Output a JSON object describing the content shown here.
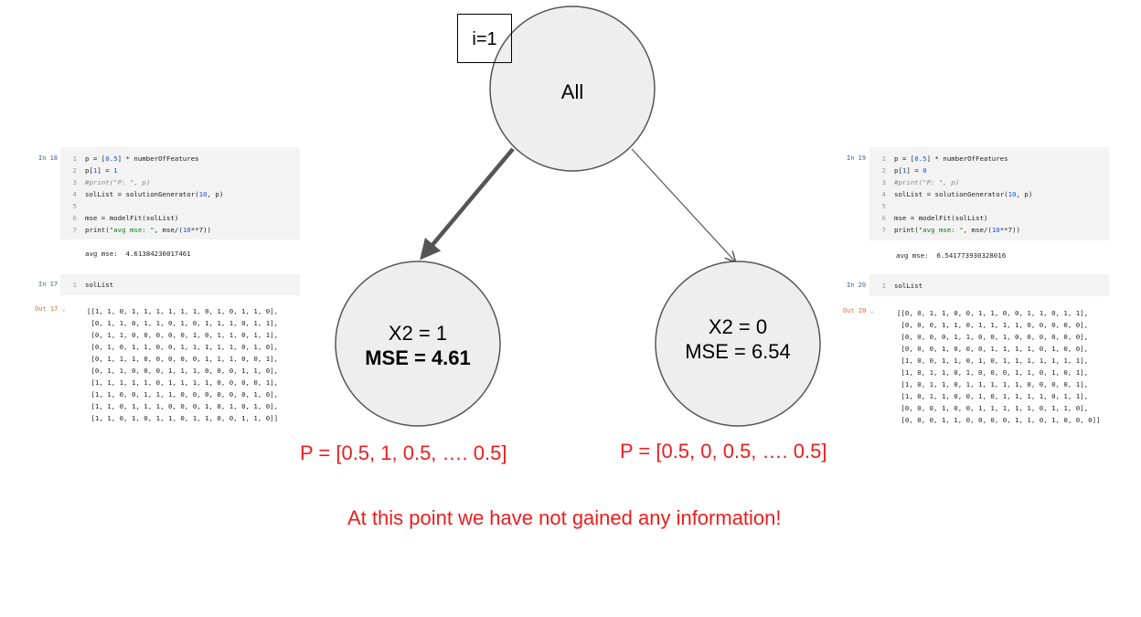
{
  "iteration_label": "i=1",
  "root": {
    "label": "All"
  },
  "left_node": {
    "line1": "X2 = 1",
    "line2": "MSE = 4.61",
    "p_text": "P = [0.5, 1, 0.5, …. 0.5]"
  },
  "right_node": {
    "line1": "X2 = 0",
    "line2": "MSE = 6.54",
    "p_text": "P = [0.5, 0, 0.5, …. 0.5]"
  },
  "conclusion": "At this point we have not gained any information!",
  "colors": {
    "red": "#ee1c1c",
    "node_fill": "#eeeeee",
    "edge": "#555555"
  },
  "notebook_left": {
    "in_label": "In 18",
    "code": [
      {
        "n": "1",
        "t": "p = [0.5] * numberOfFeatures"
      },
      {
        "n": "2",
        "t": "p[1] = 1"
      },
      {
        "n": "3",
        "t": "#print(\"P: \", p)"
      },
      {
        "n": "4",
        "t": "solList = solutionGenerator(10, p)"
      },
      {
        "n": "5",
        "t": ""
      },
      {
        "n": "6",
        "t": "mse = modelFit(solList)"
      },
      {
        "n": "7",
        "t": "print(\"avg mse: \", mse/(10**7))"
      }
    ],
    "output_text": "avg mse:  4.61384236017461",
    "in2_label": "In 17",
    "in2_code": {
      "n": "1",
      "t": "solList"
    },
    "out_label": "Out 17",
    "out_rows": [
      "[[1, 1, 0, 1, 1, 1, 1, 1, 1, 0, 1, 0, 1, 1, 0],",
      " [0, 1, 1, 0, 1, 1, 0, 1, 0, 1, 1, 1, 0, 1, 1],",
      " [0, 1, 1, 0, 0, 0, 0, 0, 1, 0, 1, 1, 0, 1, 1],",
      " [0, 1, 0, 1, 1, 0, 0, 1, 1, 1, 1, 1, 0, 1, 0],",
      " [0, 1, 1, 1, 0, 0, 0, 0, 0, 1, 1, 1, 0, 0, 1],",
      " [0, 1, 1, 0, 0, 0, 1, 1, 1, 0, 0, 0, 1, 1, 0],",
      " [1, 1, 1, 1, 1, 0, 1, 1, 1, 1, 0, 0, 0, 0, 1],",
      " [1, 1, 0, 0, 1, 1, 1, 0, 0, 0, 0, 0, 0, 1, 0],",
      " [1, 1, 0, 1, 1, 1, 0, 0, 0, 1, 0, 1, 0, 1, 0],",
      " [1, 1, 0, 1, 0, 1, 1, 0, 1, 1, 0, 0, 1, 1, 0]]"
    ]
  },
  "notebook_right": {
    "in_label": "In 19",
    "code": [
      {
        "n": "1",
        "t": "p = [0.5] * numberOfFeatures"
      },
      {
        "n": "2",
        "t": "p[1] = 0"
      },
      {
        "n": "3",
        "t": "#print(\"P: \", p)"
      },
      {
        "n": "4",
        "t": "solList = solutionGenerator(10, p)"
      },
      {
        "n": "5",
        "t": ""
      },
      {
        "n": "6",
        "t": "mse = modelFit(solList)"
      },
      {
        "n": "7",
        "t": "print(\"avg mse: \", mse/(10**7))"
      }
    ],
    "output_text": "avg mse:  6.541773930328016",
    "in2_label": "In 20",
    "in2_code": {
      "n": "1",
      "t": "solList"
    },
    "out_label": "Out 20",
    "out_rows": [
      "[[0, 0, 1, 1, 0, 0, 1, 1, 0, 0, 1, 1, 0, 1, 1],",
      " [0, 0, 0, 1, 1, 0, 1, 1, 1, 1, 0, 0, 0, 0, 0],",
      " [0, 0, 0, 0, 1, 1, 0, 0, 1, 0, 0, 0, 0, 0, 0],",
      " [0, 0, 0, 1, 0, 0, 0, 1, 1, 1, 1, 0, 1, 0, 0],",
      " [1, 0, 0, 1, 1, 0, 1, 0, 1, 1, 1, 1, 1, 1, 1],",
      " [1, 0, 1, 1, 0, 1, 0, 0, 0, 1, 1, 0, 1, 0, 1],",
      " [1, 0, 1, 1, 0, 1, 1, 1, 1, 1, 0, 0, 0, 0, 1],",
      " [1, 0, 1, 1, 0, 0, 1, 0, 1, 1, 1, 1, 0, 1, 1],",
      " [0, 0, 0, 1, 0, 0, 1, 1, 1, 1, 1, 0, 1, 1, 0],",
      " [0, 0, 0, 1, 1, 0, 0, 0, 0, 1, 1, 0, 1, 0, 0, 0]]"
    ]
  }
}
